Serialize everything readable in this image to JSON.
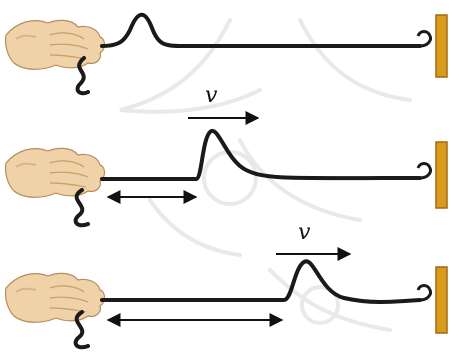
{
  "diagram": {
    "velocity_symbol": "v",
    "panels": [
      {
        "pulse_stage": "start",
        "shows_velocity": false,
        "shows_distance_arrow": false
      },
      {
        "pulse_stage": "near",
        "shows_velocity": true,
        "shows_distance_arrow": true
      },
      {
        "pulse_stage": "far",
        "shows_velocity": true,
        "shows_distance_arrow": true
      }
    ]
  },
  "colors": {
    "rope": "#1a1a1a",
    "skin": "#f0d2a8",
    "skin_shadow": "#d8b585",
    "wall_mount": "#d99a1e",
    "wall_mount_edge": "#a06a10",
    "watermark": "#e9e9e9",
    "arrows": "#111111"
  }
}
